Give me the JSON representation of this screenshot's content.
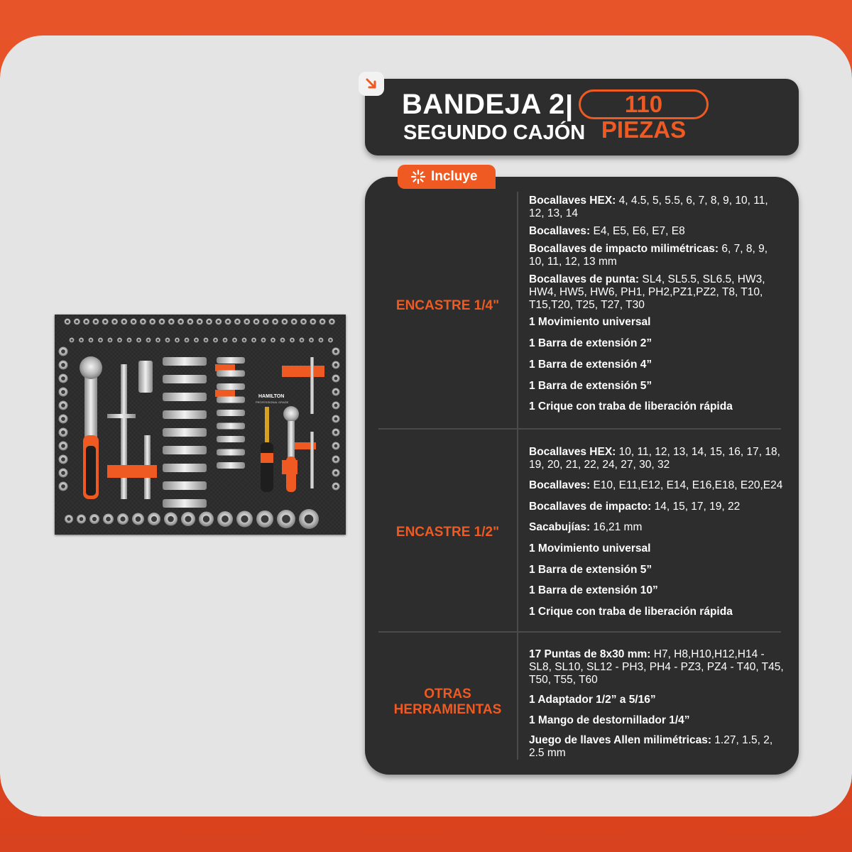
{
  "header": {
    "title": "BANDEJA 2",
    "separator": "|",
    "pieces": "110 PIEZAS",
    "subtitle": "SEGUNDO CAJÓN"
  },
  "badge": {
    "label": "Incluye"
  },
  "icons": {
    "arrow": "arrow-down-right-icon",
    "sparkle": "sparkle-icon"
  },
  "colors": {
    "accent": "#ef5a22",
    "panel": "#2d2d2d",
    "background": "#e4e4e4"
  },
  "tray": {
    "brand": "HAMILTON",
    "brand_sub": "PROFESSIONAL GRADE"
  },
  "sections": [
    {
      "label": "ENCASTRE 1/4\"",
      "items": [
        {
          "bold": "Bocallaves HEX:",
          "text": " 4, 4.5, 5, 5.5, 6, 7, 8, 9, 10, 11, 12, 13, 14"
        },
        {
          "bold": "Bocallaves:",
          "text": " E4, E5, E6, E7, E8"
        },
        {
          "bold": "Bocallaves de impacto milimétricas:",
          "text": " 6, 7, 8, 9, 10, 11, 12, 13 mm"
        },
        {
          "bold": "Bocallaves de punta:",
          "text": " SL4, SL5.5, SL6.5, HW3, HW4, HW5, HW6, PH1, PH2,PZ1,PZ2, T8, T10, T15,T20, T25, T27, T30"
        },
        {
          "bold": "1 Movimiento universal",
          "text": ""
        },
        {
          "bold": "1 Barra de extensión 2”",
          "text": ""
        },
        {
          "bold": "1 Barra de extensión 4”",
          "text": ""
        },
        {
          "bold": "1 Barra de extensión 5”",
          "text": ""
        },
        {
          "bold": "1 Crique con traba de liberación rápida",
          "text": ""
        }
      ]
    },
    {
      "label": "ENCASTRE 1/2\"",
      "items": [
        {
          "bold": "Bocallaves HEX:",
          "text": " 10, 11, 12, 13, 14, 15, 16, 17, 18, 19, 20, 21, 22, 24, 27, 30, 32"
        },
        {
          "bold": "Bocallaves:",
          "text": " E10, E11,E12, E14, E16,E18, E20,E24"
        },
        {
          "bold": "Bocallaves de impacto:",
          "text": " 14, 15, 17, 19, 22"
        },
        {
          "bold": "Sacabujías:",
          "text": " 16,21 mm"
        },
        {
          "bold": "1 Movimiento universal",
          "text": ""
        },
        {
          "bold": "1 Barra de extensión 5”",
          "text": ""
        },
        {
          "bold": "1 Barra de extensión 10”",
          "text": ""
        },
        {
          "bold": "1 Crique con traba de liberación rápida",
          "text": ""
        }
      ]
    },
    {
      "label_line1": "OTRAS",
      "label_line2": "HERRAMIENTAS",
      "items": [
        {
          "bold": "17 Puntas de 8x30 mm:",
          "text": " H7, H8,H10,H12,H14 - SL8, SL10, SL12 - PH3, PH4 - PZ3, PZ4 - T40, T45, T50, T55, T60"
        },
        {
          "bold": "1 Adaptador 1/2” a 5/16”",
          "text": ""
        },
        {
          "bold": "1 Mango de destornillador 1/4”",
          "text": ""
        },
        {
          "bold": "Juego de llaves Allen milimétricas:",
          "text": " 1.27, 1.5, 2, 2.5 mm"
        }
      ]
    }
  ]
}
